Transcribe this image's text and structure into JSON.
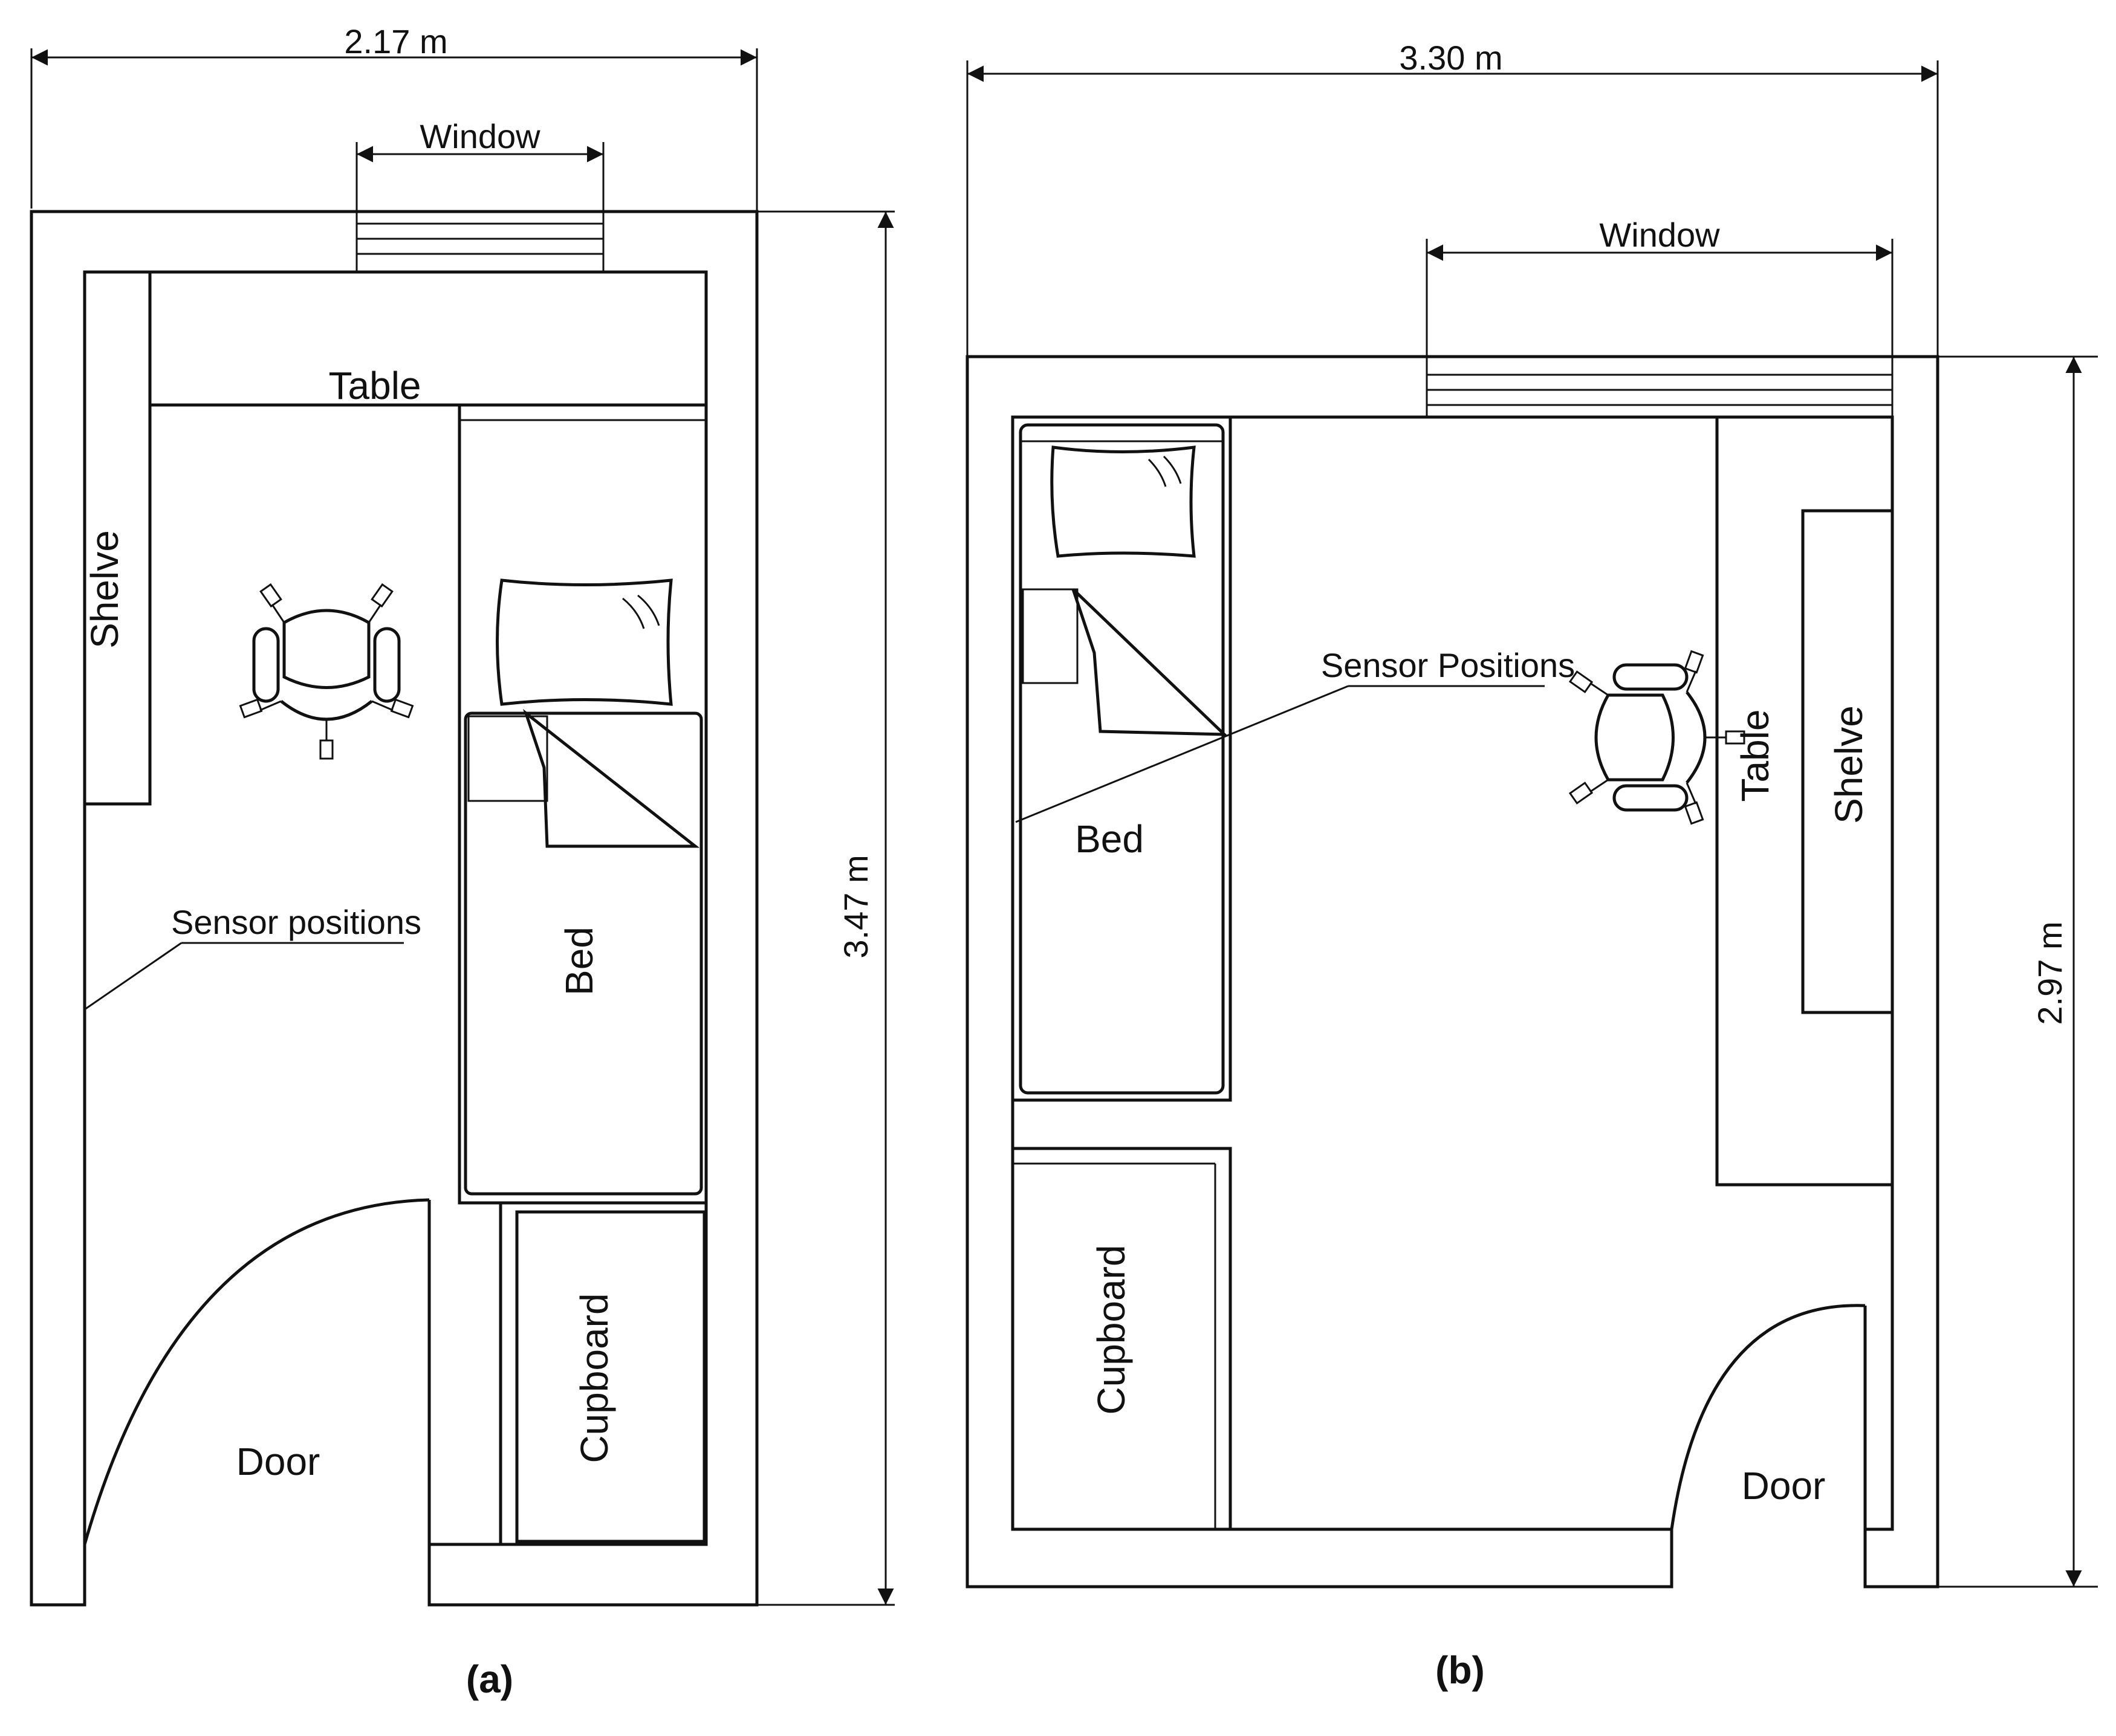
{
  "plan_a": {
    "caption": "(a)",
    "width_dim": "2.17 m",
    "height_dim": "3.47 m",
    "window": "Window",
    "table": "Table",
    "shelve": "Shelve",
    "bed": "Bed",
    "cupboard": "Cupboard",
    "door": "Door",
    "sensor": "Sensor positions"
  },
  "plan_b": {
    "caption": "(b)",
    "width_dim": "3.30 m",
    "height_dim": "2.97 m",
    "window": "Window",
    "table": "Table",
    "shelve": "Shelve",
    "bed": "Bed",
    "cupboard": "Cupboard",
    "door": "Door",
    "sensor": "Sensor Positions"
  },
  "colors": {
    "line": "#111111",
    "background": "#ffffff"
  }
}
